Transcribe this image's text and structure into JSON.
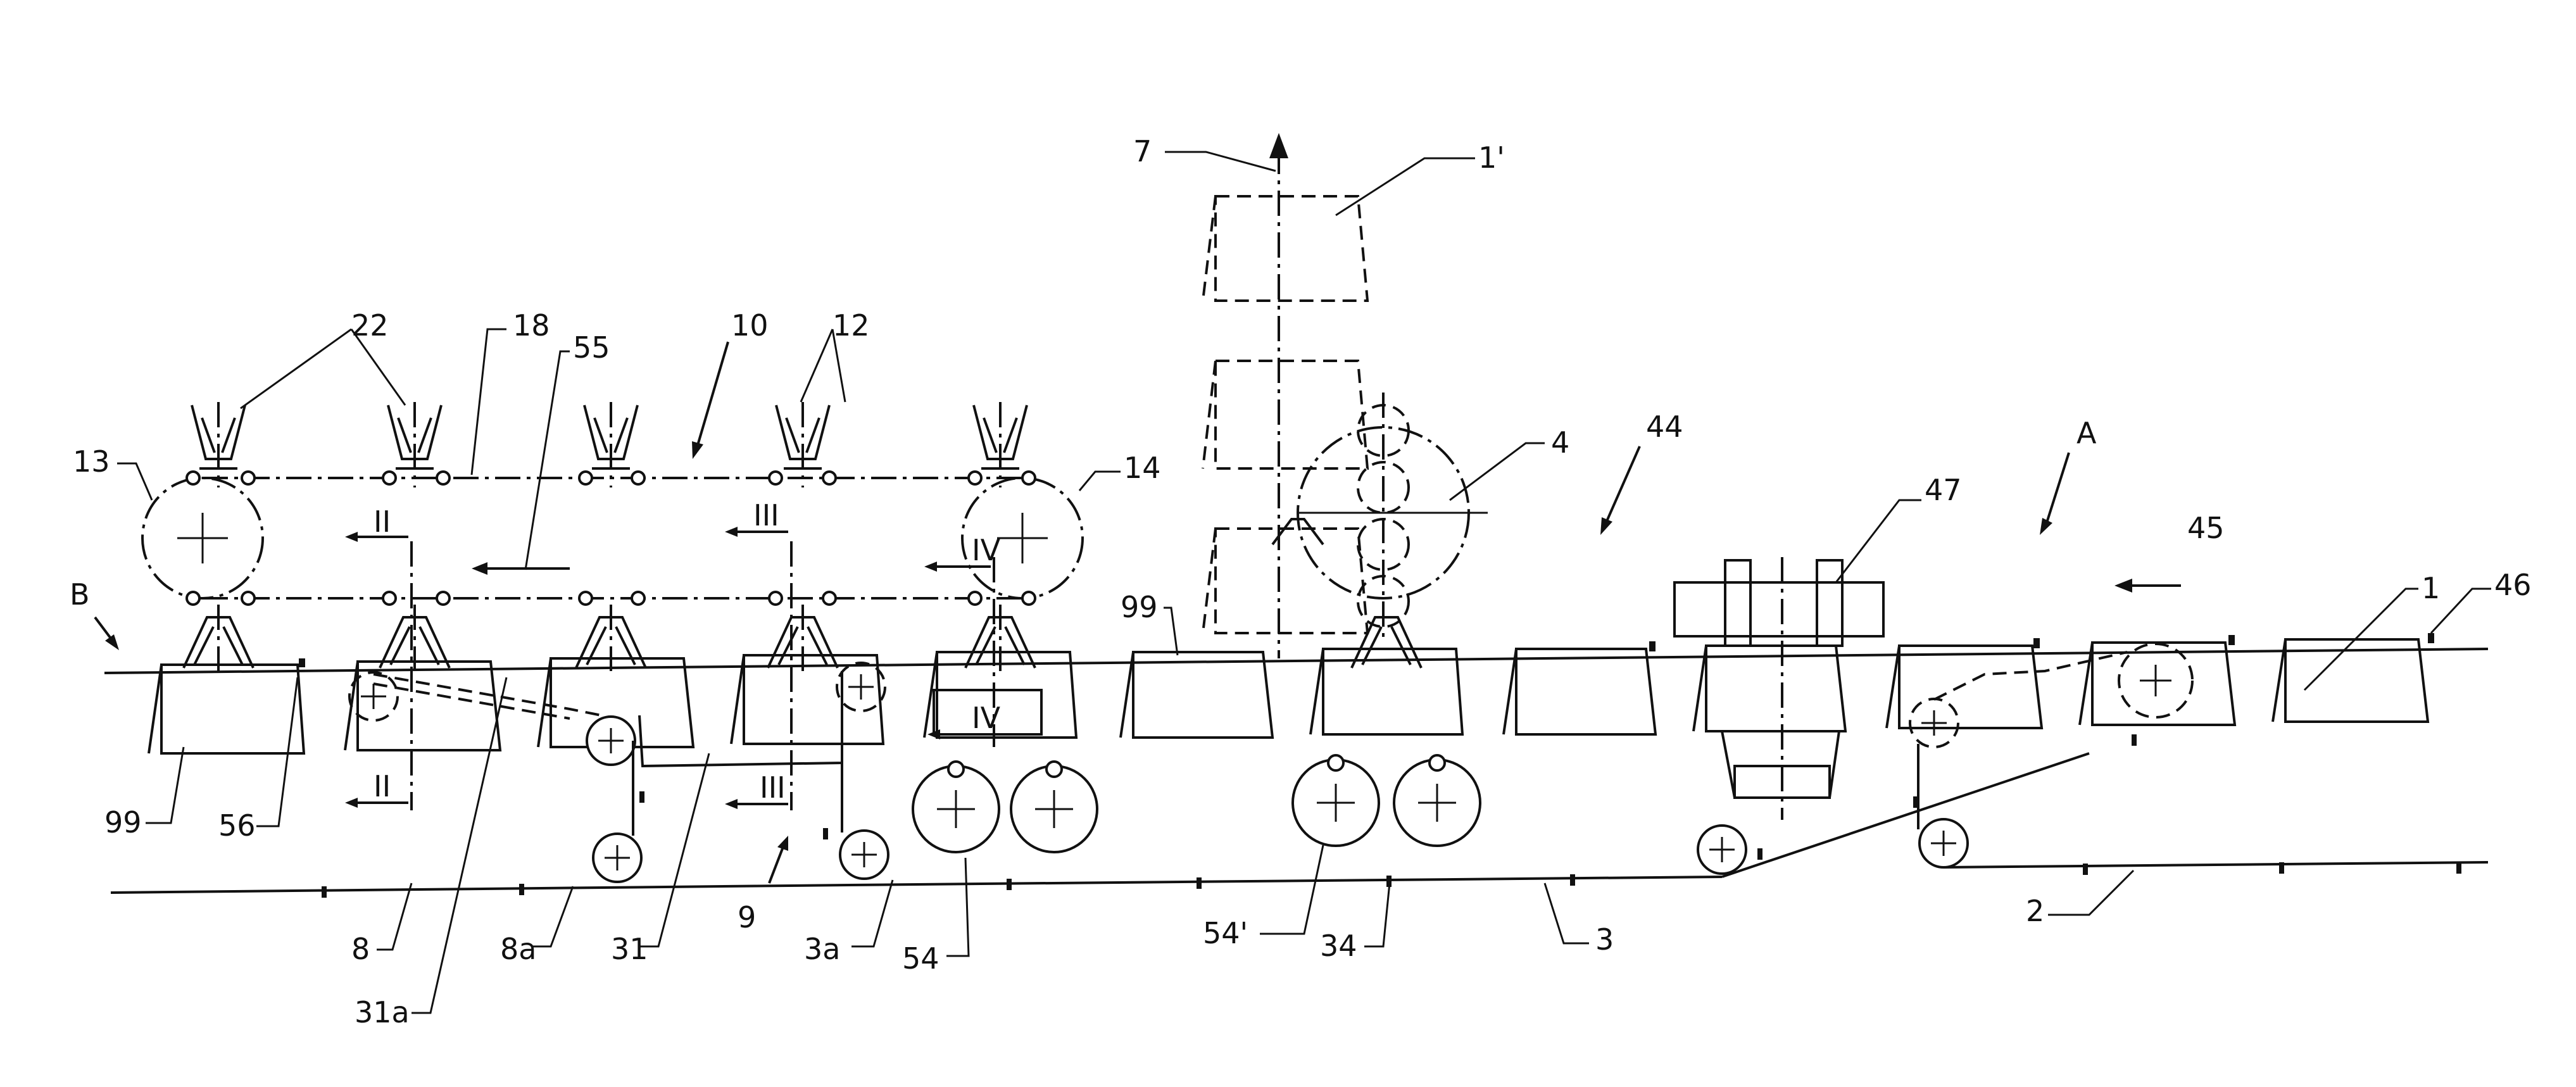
{
  "labels": {
    "l22": "22",
    "l18": "18",
    "l55": "55",
    "l10": "10",
    "l12": "12",
    "l13": "13",
    "l14": "14",
    "lB": "B",
    "lII": "II",
    "lIII": "III",
    "lIV": "IV",
    "l99a": "99",
    "l99b": "99",
    "l56": "56",
    "l8": "8",
    "l8a": "8a",
    "l31": "31",
    "l31a": "31a",
    "l9": "9",
    "l3a": "3a",
    "l54": "54",
    "l7": "7",
    "l1p": "1'",
    "l4": "4",
    "l44": "44",
    "l47": "47",
    "lA": "A",
    "l45": "45",
    "l46": "46",
    "l1": "1",
    "l54p": "54'",
    "l34": "34",
    "l3": "3",
    "l2": "2"
  },
  "colors": {
    "ink": "#111111",
    "paper": "#ffffff"
  }
}
